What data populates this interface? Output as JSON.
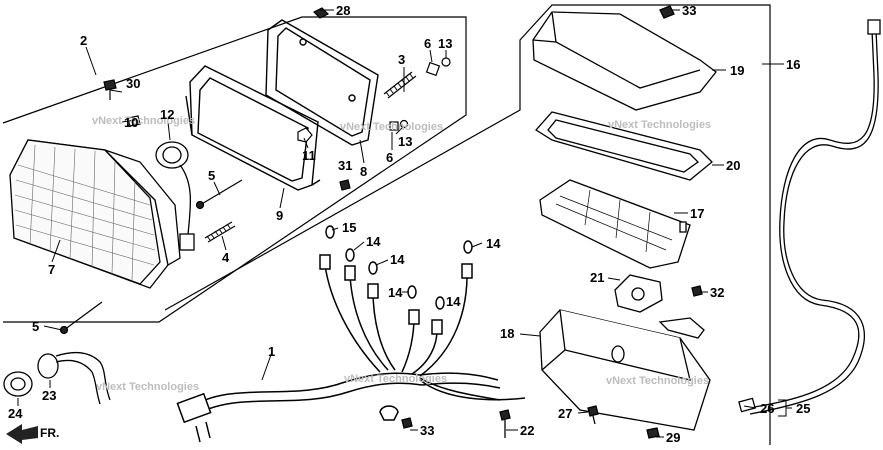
{
  "diagram": {
    "callouts": [
      {
        "id": "c1",
        "text": "1"
      },
      {
        "id": "c2",
        "text": "2"
      },
      {
        "id": "c3",
        "text": "3"
      },
      {
        "id": "c4",
        "text": "4"
      },
      {
        "id": "c5a",
        "text": "5"
      },
      {
        "id": "c5b",
        "text": "5"
      },
      {
        "id": "c6a",
        "text": "6"
      },
      {
        "id": "c6b",
        "text": "6"
      },
      {
        "id": "c7",
        "text": "7"
      },
      {
        "id": "c8",
        "text": "8"
      },
      {
        "id": "c9",
        "text": "9"
      },
      {
        "id": "c10",
        "text": "10"
      },
      {
        "id": "c11",
        "text": "11"
      },
      {
        "id": "c12",
        "text": "12"
      },
      {
        "id": "c13a",
        "text": "13"
      },
      {
        "id": "c13b",
        "text": "13"
      },
      {
        "id": "c14a",
        "text": "14"
      },
      {
        "id": "c14b",
        "text": "14"
      },
      {
        "id": "c14c",
        "text": "14"
      },
      {
        "id": "c14d",
        "text": "14"
      },
      {
        "id": "c14e",
        "text": "14"
      },
      {
        "id": "c15",
        "text": "15"
      },
      {
        "id": "c16",
        "text": "16"
      },
      {
        "id": "c17",
        "text": "17"
      },
      {
        "id": "c18",
        "text": "18"
      },
      {
        "id": "c19",
        "text": "19"
      },
      {
        "id": "c20",
        "text": "20"
      },
      {
        "id": "c21",
        "text": "21"
      },
      {
        "id": "c22",
        "text": "22"
      },
      {
        "id": "c23",
        "text": "23"
      },
      {
        "id": "c24",
        "text": "24"
      },
      {
        "id": "c25",
        "text": "25"
      },
      {
        "id": "c26",
        "text": "26"
      },
      {
        "id": "c27",
        "text": "27"
      },
      {
        "id": "c28",
        "text": "28"
      },
      {
        "id": "c29",
        "text": "29"
      },
      {
        "id": "c30",
        "text": "30"
      },
      {
        "id": "c31",
        "text": "31"
      },
      {
        "id": "c32",
        "text": "32"
      },
      {
        "id": "c33a",
        "text": "33"
      },
      {
        "id": "c33b",
        "text": "33"
      }
    ],
    "direction_label": "FR.",
    "watermark": [
      "vNext Technologies"
    ]
  }
}
